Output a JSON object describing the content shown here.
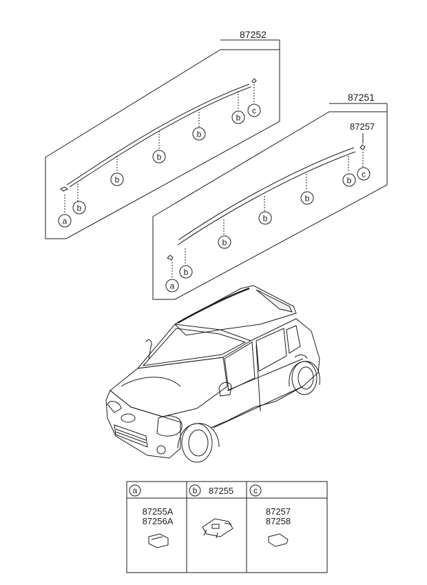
{
  "part_numbers": {
    "top_rail": "87252",
    "lower_rail": "87251",
    "lower_clip": "87257"
  },
  "callout_letters": {
    "a": "a",
    "b": "b",
    "c": "c"
  },
  "legend": {
    "cells": [
      {
        "letter": "a",
        "header_part": "",
        "parts": [
          "87255A",
          "87256A"
        ]
      },
      {
        "letter": "b",
        "header_part": "87255",
        "parts": []
      },
      {
        "letter": "c",
        "header_part": "",
        "parts": [
          "87257",
          "87258"
        ]
      }
    ]
  }
}
